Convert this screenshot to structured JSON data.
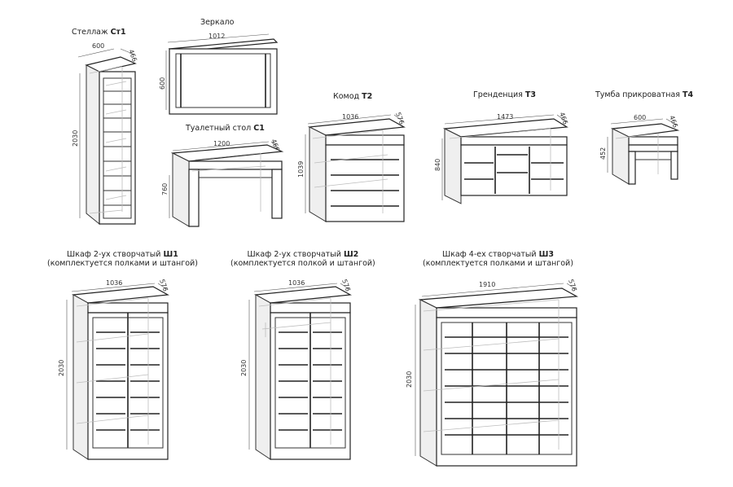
{
  "items": [
    {
      "id": "st1",
      "name": "Стеллаж",
      "code": "Ст1",
      "width": "600",
      "depth": "466",
      "height": "2030",
      "note": ""
    },
    {
      "id": "mirror",
      "name": "Зеркало",
      "code": "",
      "width": "1012",
      "depth": "",
      "height": "600",
      "note": ""
    },
    {
      "id": "c1",
      "name": "Туалетный стол",
      "code": "С1",
      "width": "1200",
      "depth": "466",
      "height": "760",
      "note": ""
    },
    {
      "id": "t2",
      "name": "Комод",
      "code": "Т2",
      "width": "1036",
      "depth": "576",
      "height": "1039",
      "note": ""
    },
    {
      "id": "t3",
      "name": "Гренденция",
      "code": "Т3",
      "width": "1473",
      "depth": "466",
      "height": "840",
      "note": ""
    },
    {
      "id": "t4",
      "name": "Тумба прикроватная",
      "code": "Т4",
      "width": "600",
      "depth": "466",
      "height": "452",
      "note": ""
    },
    {
      "id": "sh1",
      "name": "Шкаф 2-ух створчатый",
      "code": "Ш1",
      "width": "1036",
      "depth": "576",
      "height": "2030",
      "note": "(комплектуется полками и штангой)"
    },
    {
      "id": "sh2",
      "name": "Шкаф 2-ух створчатый",
      "code": "Ш2",
      "width": "1036",
      "depth": "576",
      "height": "2030",
      "note": "(комплектуется полкой и штангой)"
    },
    {
      "id": "sh3",
      "name": "Шкаф 4-ех створчатый",
      "code": "Ш3",
      "width": "1910",
      "depth": "576",
      "height": "2030",
      "note": "(комплектуется полками и штангой)"
    }
  ],
  "colors": {
    "line": "#333333",
    "ghost": "#b5b5b5",
    "frame": "#2a2a2a"
  }
}
